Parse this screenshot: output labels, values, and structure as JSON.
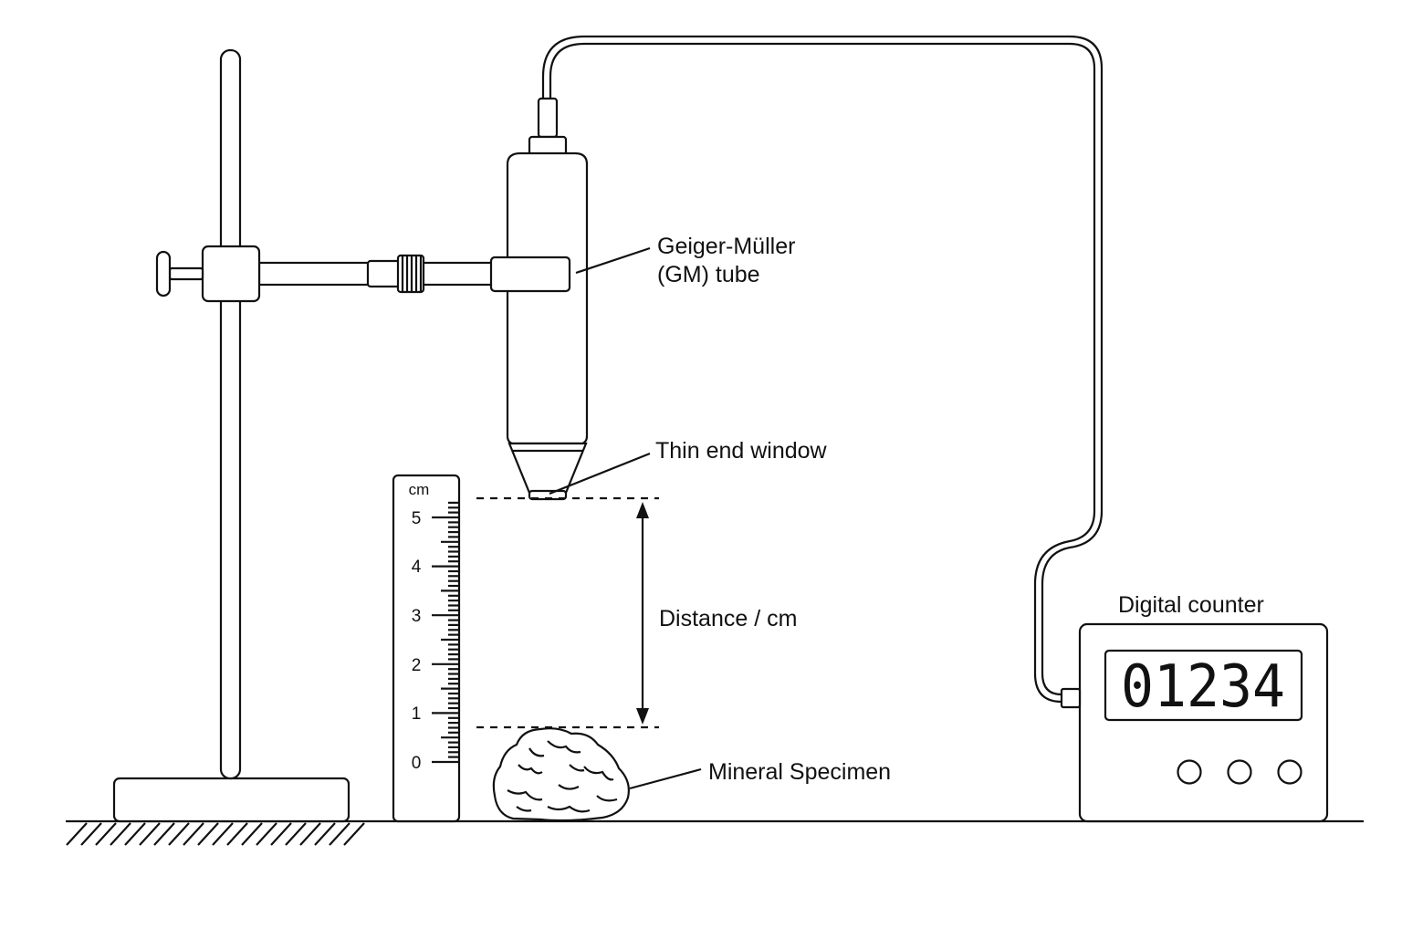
{
  "labels": {
    "gm_tube_line1": "Geiger-Müller",
    "gm_tube_line2": "(GM) tube",
    "window": "Thin end window",
    "distance": "Distance / cm",
    "specimen": "Mineral Specimen",
    "counter": "Digital counter"
  },
  "ruler": {
    "unit": "cm",
    "ticks": [
      "0",
      "1",
      "2",
      "3",
      "4",
      "5"
    ]
  },
  "counter_display": "01234",
  "icons": {
    "stand": "retort-stand-icon",
    "tube": "gm-tube-icon",
    "specimen": "rock-icon",
    "counter": "digital-counter-icon"
  }
}
